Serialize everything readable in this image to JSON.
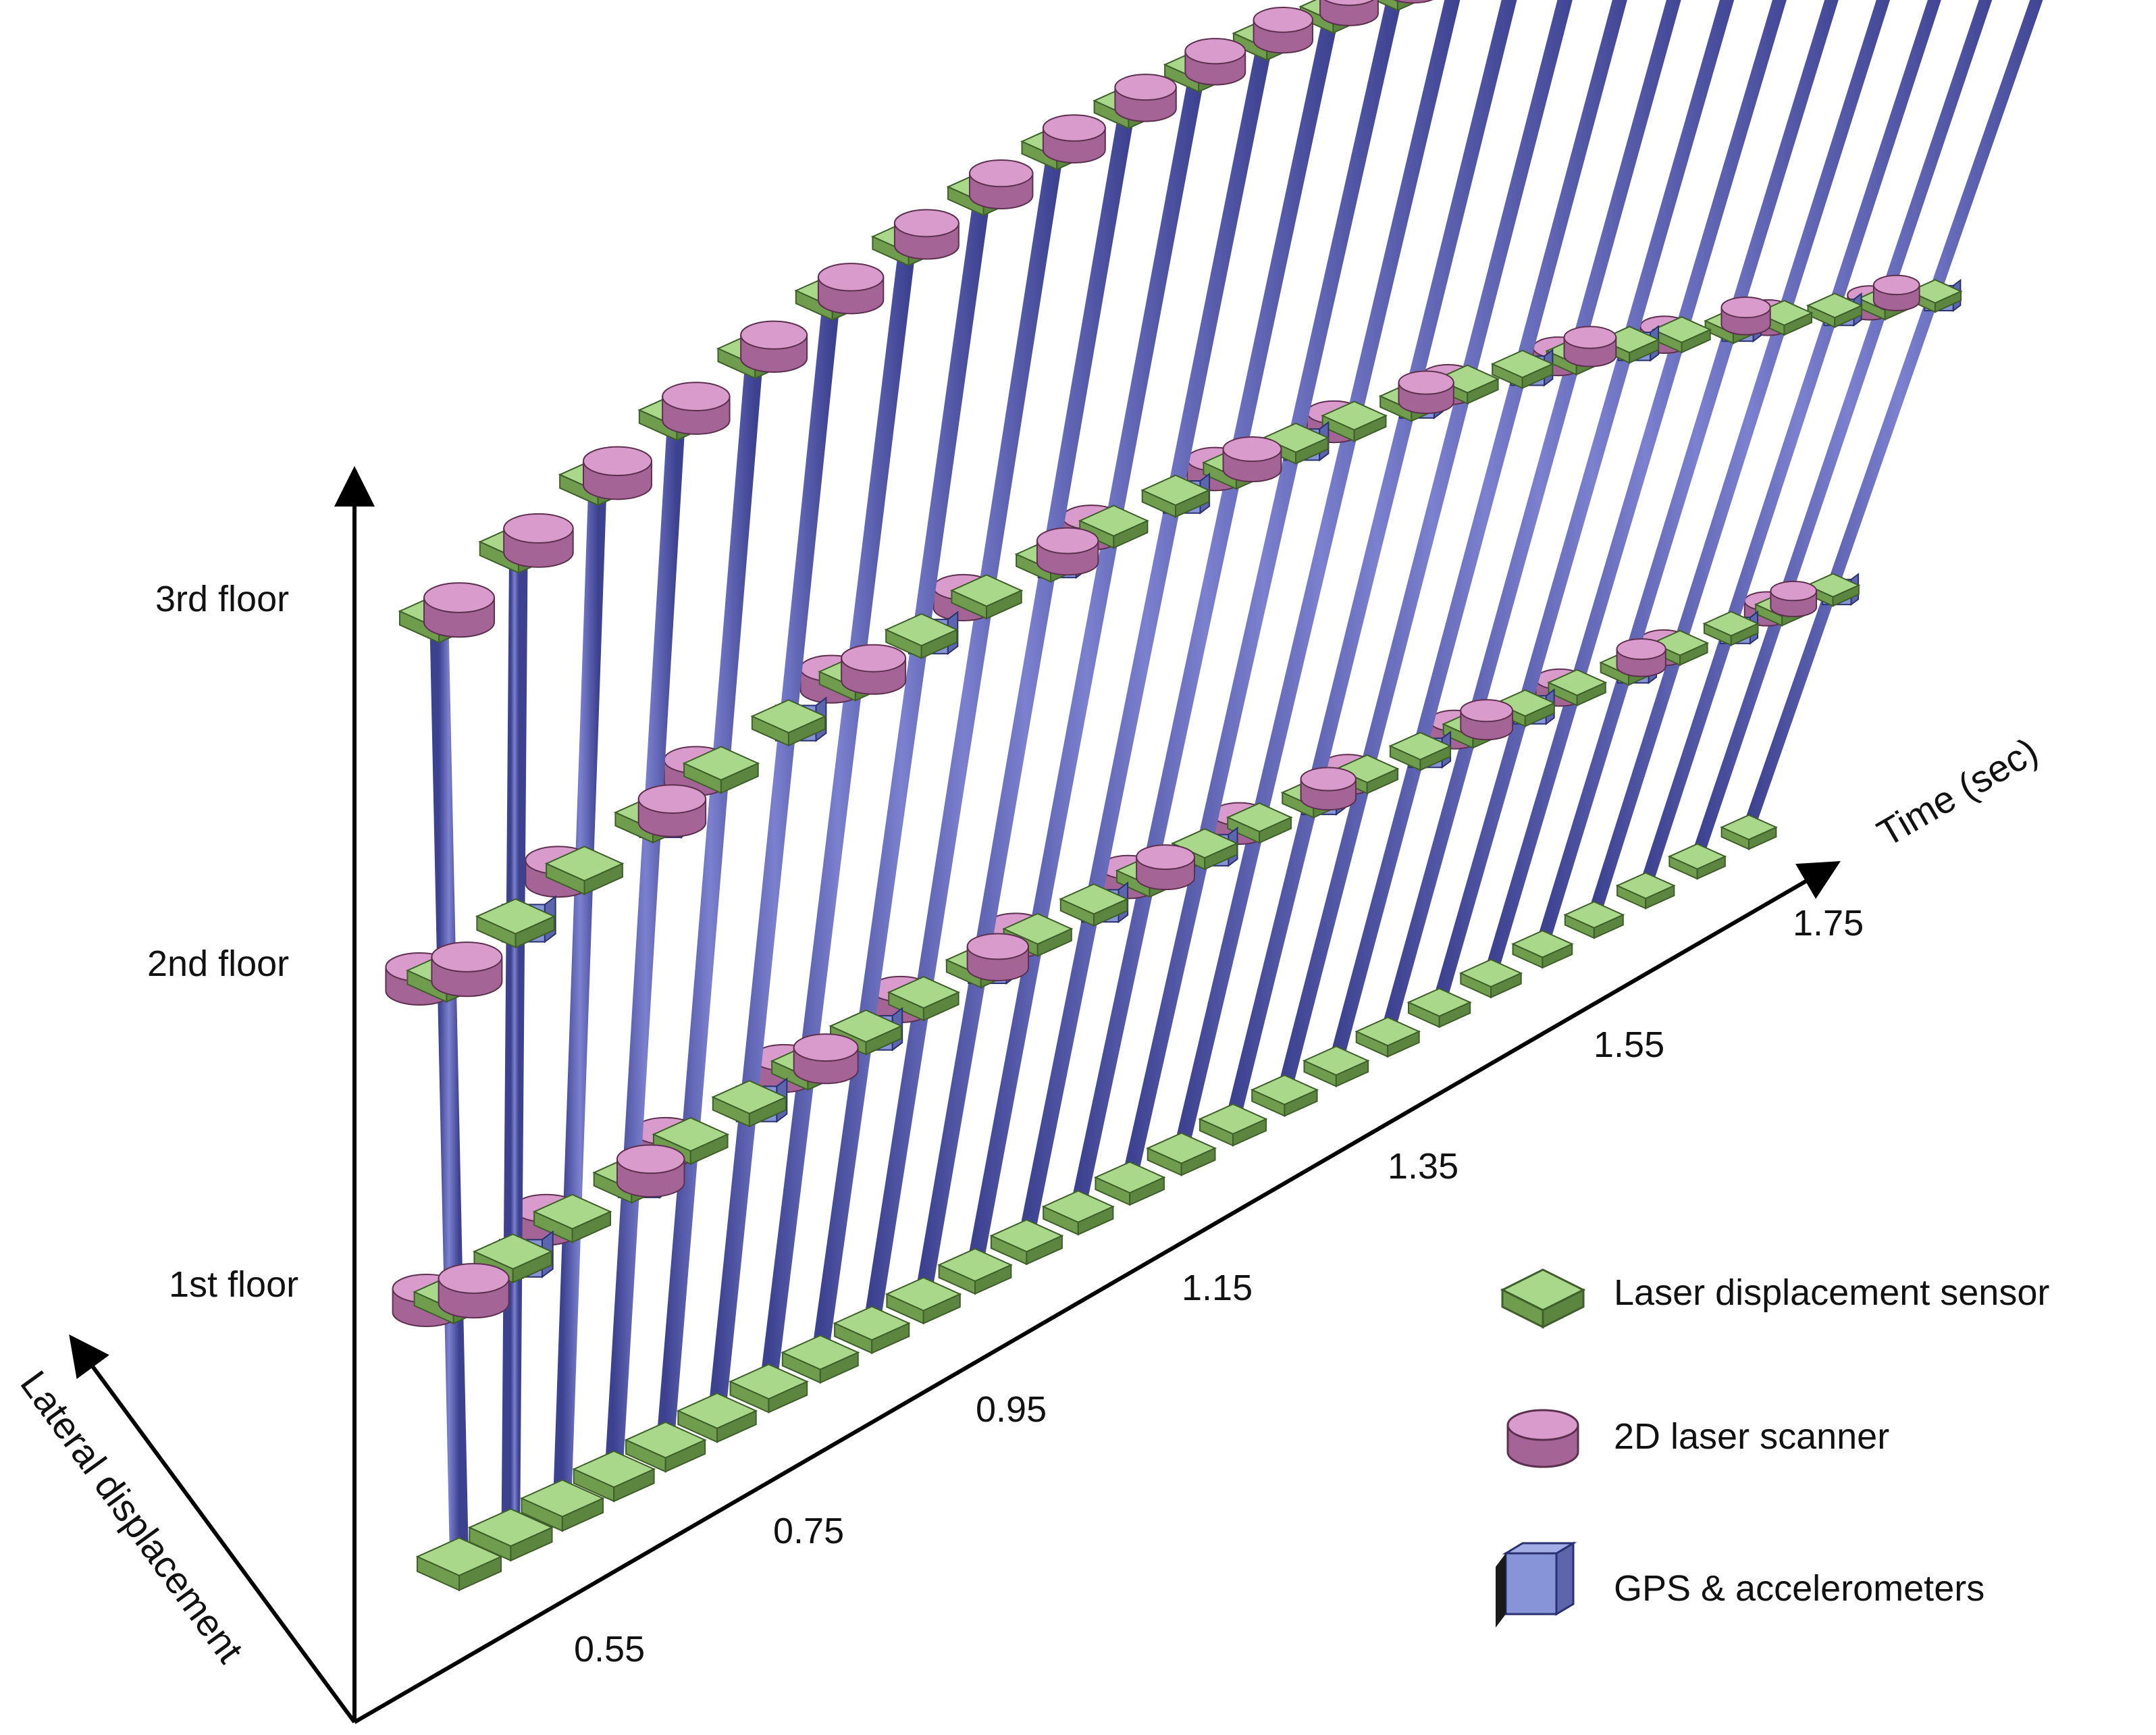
{
  "axes": {
    "vertical_label": "",
    "time_label": "Time (sec)",
    "lateral_label": "Lateral displacement",
    "floor_labels": [
      "1st floor",
      "2nd floor",
      "3rd floor"
    ],
    "time_ticks": [
      "0.55",
      "0.75",
      "0.95",
      "1.15",
      "1.35",
      "1.55",
      "1.75"
    ]
  },
  "legend": {
    "items": [
      {
        "label": "Laser displacement sensor",
        "icon": "green-box-icon",
        "color": "#8fbf6a"
      },
      {
        "label": "2D laser scanner",
        "icon": "pink-cylinder-icon",
        "color": "#c98bbd"
      },
      {
        "label": "GPS & accelerometers",
        "icon": "blue-box-icon",
        "color": "#7f8ed4"
      }
    ]
  },
  "colors": {
    "column": "#5a5fae",
    "sensor_green": "#8fbf6a",
    "scanner_pink": "#c98bbd",
    "gps_blue": "#7f8ed4",
    "axis": "#000000"
  }
}
